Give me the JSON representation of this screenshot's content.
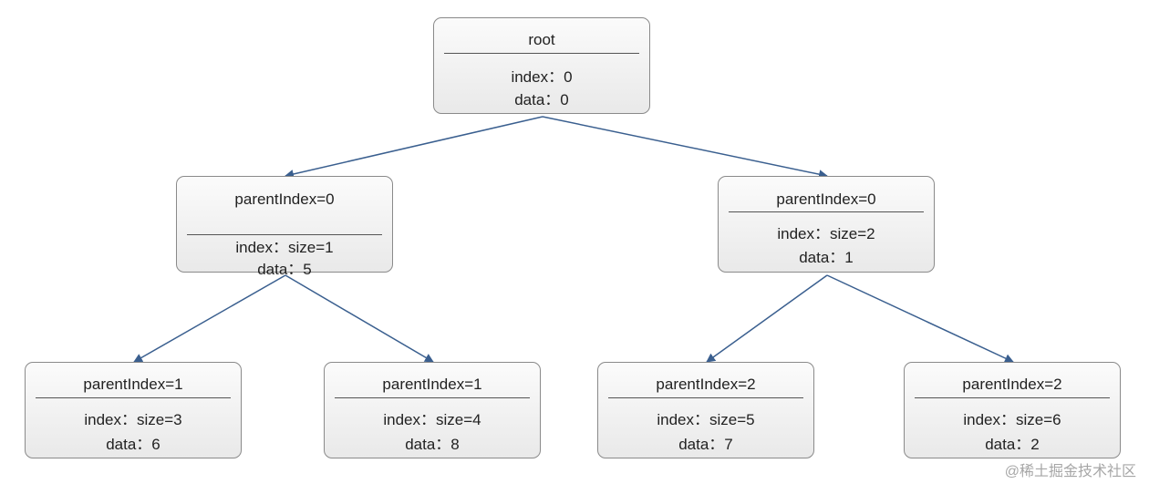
{
  "colors": {
    "edge": "#3a5f8f",
    "box_border": "#8a8a8a"
  },
  "nodes": {
    "root": {
      "title": "root",
      "line1": "index：0",
      "line2": "data：0"
    },
    "left": {
      "title": "parentIndex=0",
      "line1": "index：size=1",
      "line2": "data：5"
    },
    "right": {
      "title": "parentIndex=0",
      "line1": "index：size=2",
      "line2": "data：1"
    },
    "ll": {
      "title": "parentIndex=1",
      "line1": "index：size=3",
      "line2": "data：6"
    },
    "lr": {
      "title": "parentIndex=1",
      "line1": "index：size=4",
      "line2": "data：8"
    },
    "rl": {
      "title": "parentIndex=2",
      "line1": "index：size=5",
      "line2": "data：7"
    },
    "rr": {
      "title": "parentIndex=2",
      "line1": "index：size=6",
      "line2": "data：2"
    }
  },
  "watermark": "@稀土掘金技术社区"
}
